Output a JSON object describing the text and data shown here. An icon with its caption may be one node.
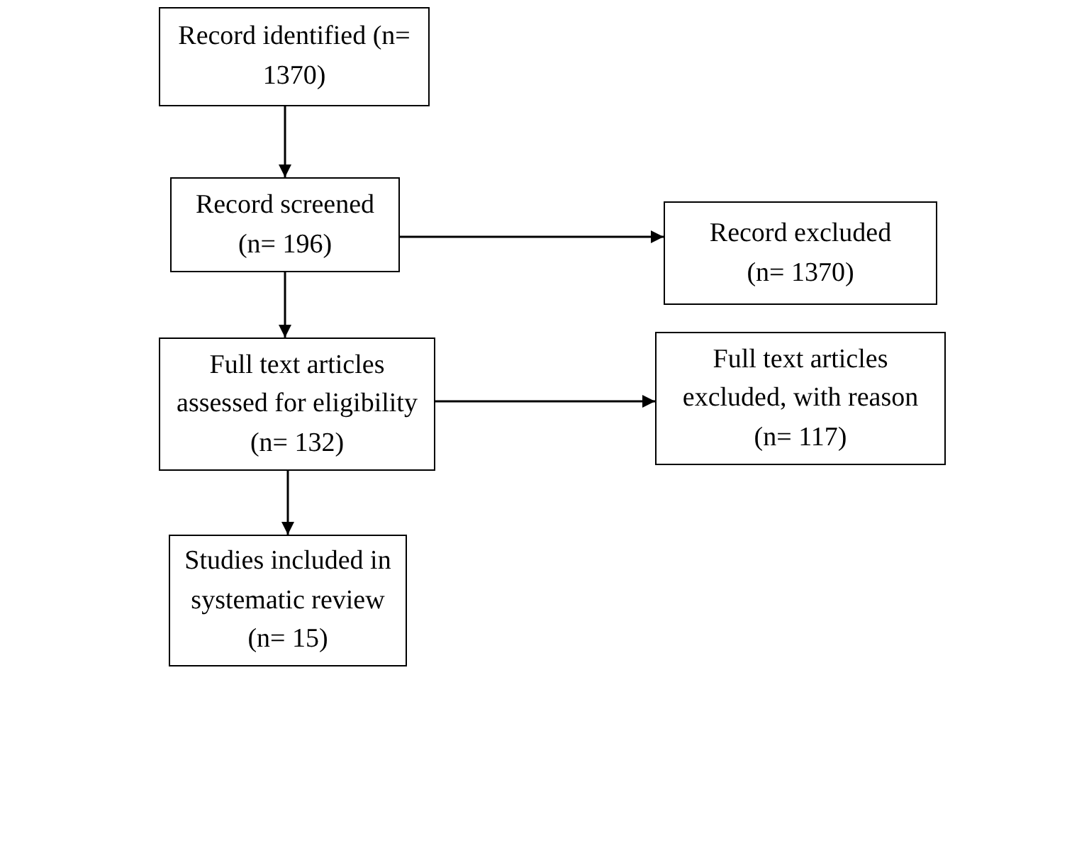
{
  "diagram": {
    "nodes": [
      {
        "text": [
          "Record identified (n= 1370)"
        ]
      },
      {
        "text": [
          "Record screened (n= 196)"
        ]
      },
      {
        "text": [
          "Record excluded (n= 1370)"
        ]
      },
      {
        "text": [
          "Full text articles assessed for eligibility (n= 132)"
        ]
      },
      {
        "text": [
          "Full text articles excluded, with reason (n= 117)"
        ]
      },
      {
        "text": [
          "Studies included in systematic review (n= 15)"
        ]
      }
    ],
    "edges": [
      {
        "from": 0,
        "to": 1,
        "arrow": "to"
      },
      {
        "from": 1,
        "to": 2,
        "arrow": "to"
      },
      {
        "from": 1,
        "to": 3,
        "arrow": "to"
      },
      {
        "from": 3,
        "to": 4,
        "arrow": "to"
      },
      {
        "from": 3,
        "to": 5,
        "arrow": "to"
      }
    ]
  }
}
